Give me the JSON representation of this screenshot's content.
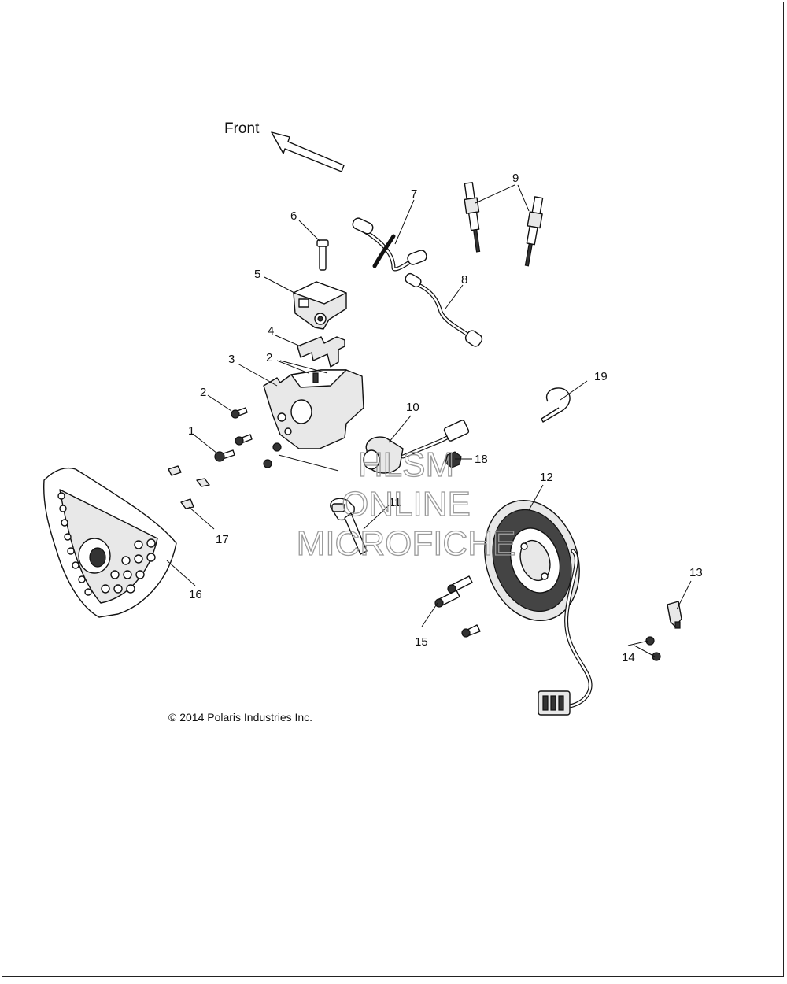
{
  "diagram": {
    "orientation_label": "Front",
    "copyright": "© 2014 Polaris Industries Inc.",
    "watermark": [
      "HLSM",
      "ONLINE",
      "MICROFICHE"
    ],
    "callouts": [
      {
        "id": "c1",
        "label": "1"
      },
      {
        "id": "c2a",
        "label": "2"
      },
      {
        "id": "c2b",
        "label": "2"
      },
      {
        "id": "c3",
        "label": "3"
      },
      {
        "id": "c4",
        "label": "4"
      },
      {
        "id": "c5",
        "label": "5"
      },
      {
        "id": "c6",
        "label": "6"
      },
      {
        "id": "c7",
        "label": "7"
      },
      {
        "id": "c8",
        "label": "8"
      },
      {
        "id": "c9",
        "label": "9"
      },
      {
        "id": "c10",
        "label": "10"
      },
      {
        "id": "c11",
        "label": "11"
      },
      {
        "id": "c12",
        "label": "12"
      },
      {
        "id": "c13",
        "label": "13"
      },
      {
        "id": "c14",
        "label": "14"
      },
      {
        "id": "c15",
        "label": "15"
      },
      {
        "id": "c16",
        "label": "16"
      },
      {
        "id": "c17",
        "label": "17"
      },
      {
        "id": "c18",
        "label": "18"
      },
      {
        "id": "c19",
        "label": "19"
      }
    ]
  }
}
